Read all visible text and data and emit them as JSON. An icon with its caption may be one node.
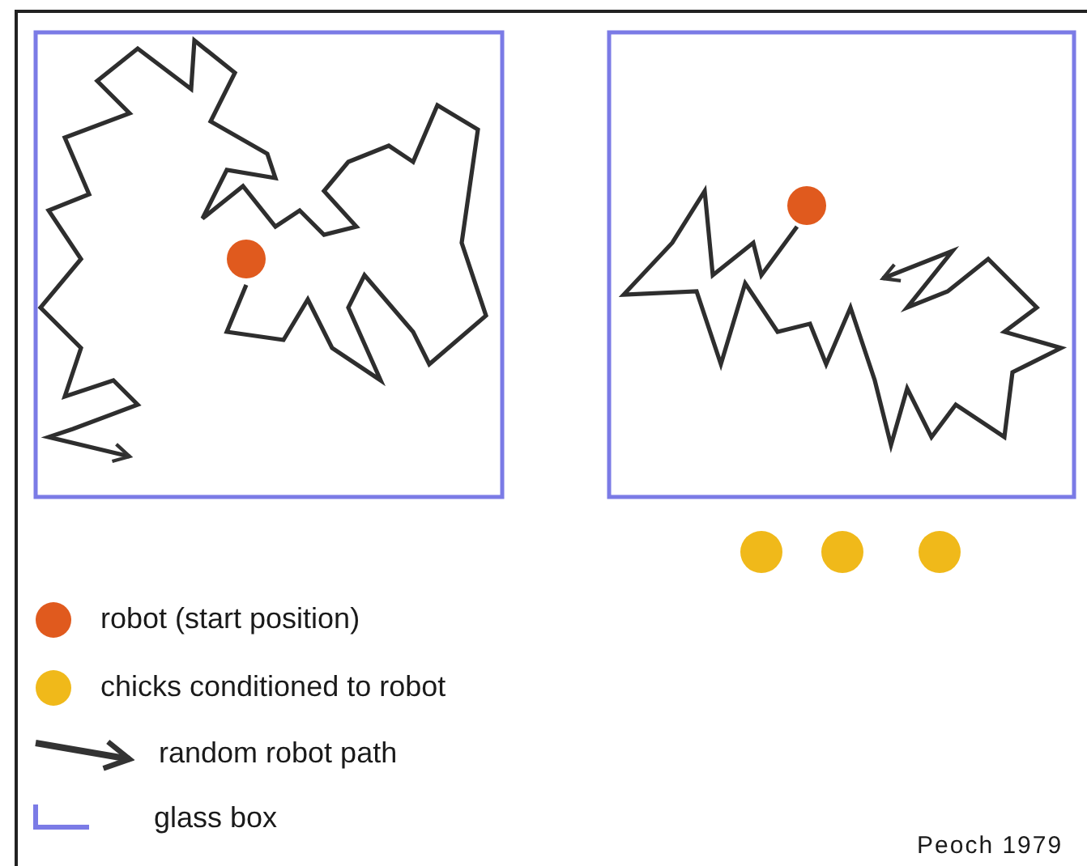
{
  "diagram": {
    "labels": [
      "Peoch 1979"
    ],
    "legend": [
      {
        "text": "robot (start position)",
        "color": "#e05a1e"
      },
      {
        "text": "chicks conditioned to robot",
        "color": "#f0b91a"
      },
      {
        "text": "random robot path"
      },
      {
        "text": "glass box"
      }
    ]
  }
}
